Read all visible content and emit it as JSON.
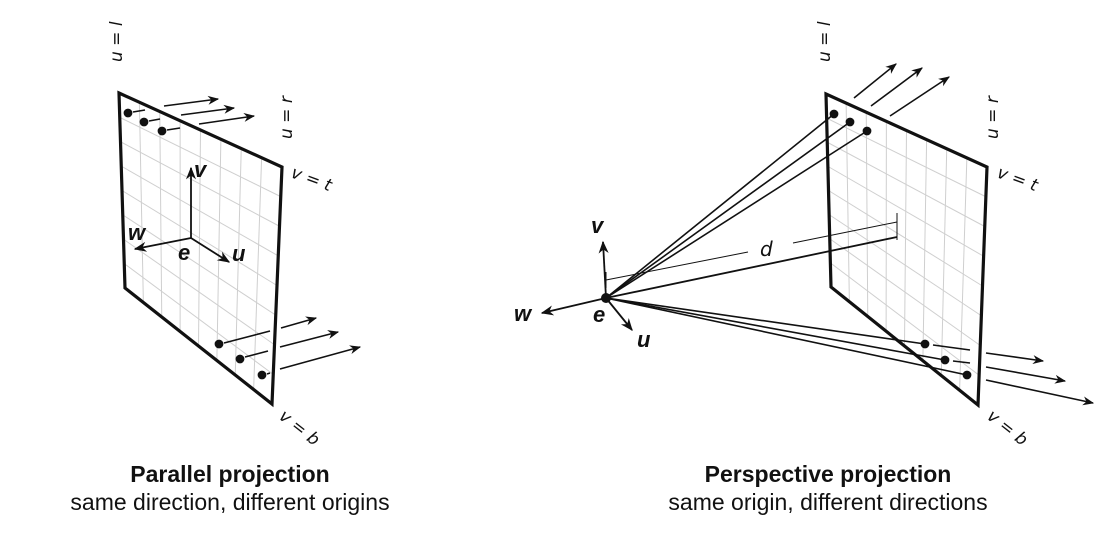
{
  "panels": [
    {
      "id": "parallel",
      "title": "Parallel projection",
      "subtitle": "same direction, different origins",
      "labels": {
        "u_left": "u = l",
        "u_right": "u = r",
        "v_top": "v = t",
        "v_bottom": "v = b"
      },
      "axes": {
        "u": "u",
        "v": "v",
        "w": "w",
        "origin": "e"
      }
    },
    {
      "id": "perspective",
      "title": "Perspective projection",
      "subtitle": "same origin, different directions",
      "labels": {
        "u_left": "u = l",
        "u_right": "u = r",
        "v_top": "v = t",
        "v_bottom": "v = b",
        "distance": "d"
      },
      "axes": {
        "u": "u",
        "v": "v",
        "w": "w",
        "origin": "e"
      }
    }
  ],
  "colors": {
    "ink": "#111111",
    "grid": "#cfcfcf",
    "background": "#ffffff"
  }
}
